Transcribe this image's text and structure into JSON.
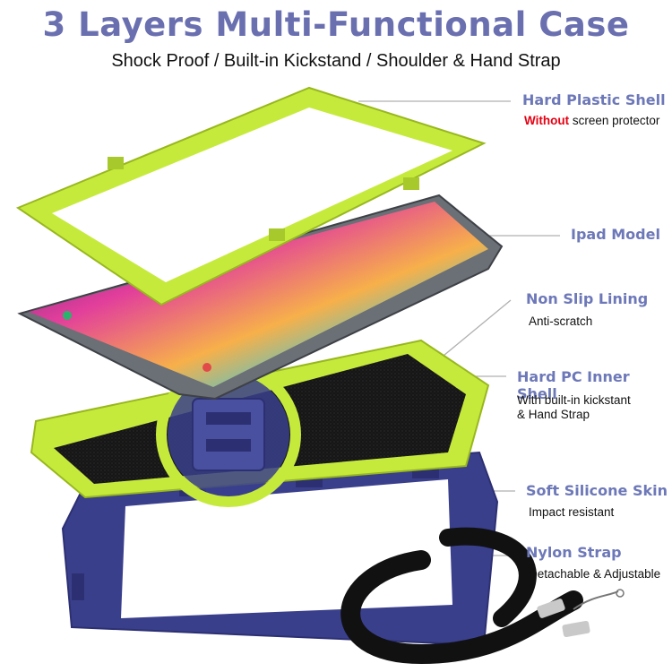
{
  "header": {
    "title": "3 Layers Multi-Functional Case",
    "subtitle": "Shock Proof / Built-in Kickstand / Shoulder & Hand Strap"
  },
  "features": [
    {
      "title": "Hard Plastic Shell",
      "desc_highlight": "Without",
      "desc": "screen protector"
    },
    {
      "title": "Ipad Model"
    },
    {
      "title": "Non Slip Lining",
      "desc": "Anti-scratch"
    },
    {
      "title": "Hard PC Inner Shell",
      "desc_line1": "With built-in kickstant",
      "desc_line2": "& Hand Strap"
    },
    {
      "title": "Soft Silicone Skin",
      "desc": "Impact resistant"
    },
    {
      "title": "Nylon Strap",
      "desc": "Detachable & Adjustable"
    }
  ],
  "colors": {
    "title": "#6a6fb0",
    "feature_title": "#6d78b8",
    "warning": "#e60012",
    "lime": "#c6ea3c",
    "navy": "#3a3f8c"
  }
}
